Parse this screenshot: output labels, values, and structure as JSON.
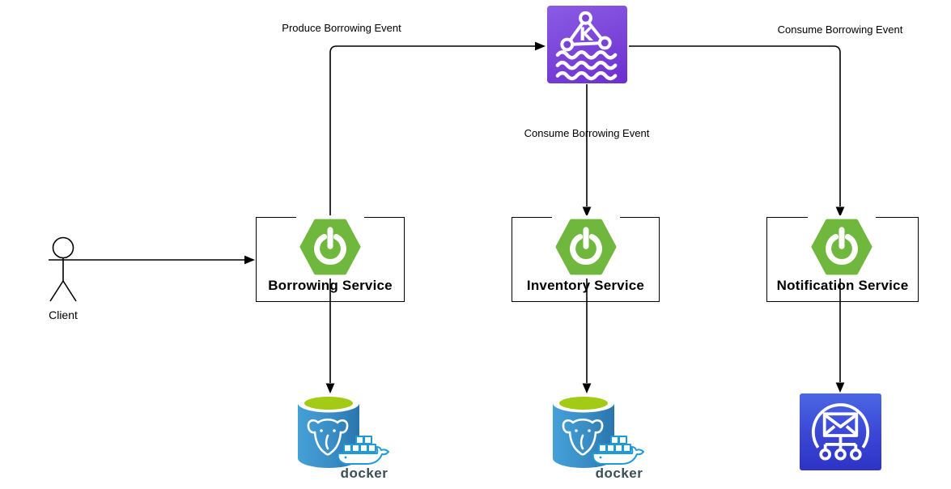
{
  "client": {
    "label": "Client"
  },
  "services": {
    "borrowing": {
      "label": "Borrowing Service"
    },
    "inventory": {
      "label": "Inventory Service"
    },
    "notification": {
      "label": "Notification Service"
    }
  },
  "edge_labels": {
    "produce": "Produce Borrowing Event",
    "consume_inventory": "Consume Borrowing Event",
    "consume_notification": "Consume Borrowing Event"
  },
  "kafka": {
    "label": "K"
  },
  "docker": {
    "wordmark": "docker"
  },
  "colors": {
    "spring_green": "#6fb83d",
    "kafka_purple": "#7a43d8",
    "notification_blue": "#3a46d4",
    "postgres_blue": "#3a8dc5",
    "postgres_lime": "#a3ca14",
    "docker_blue": "#1f9ad7",
    "docker_wordmark_gray": "#3a4e55",
    "connector": "#000000"
  }
}
